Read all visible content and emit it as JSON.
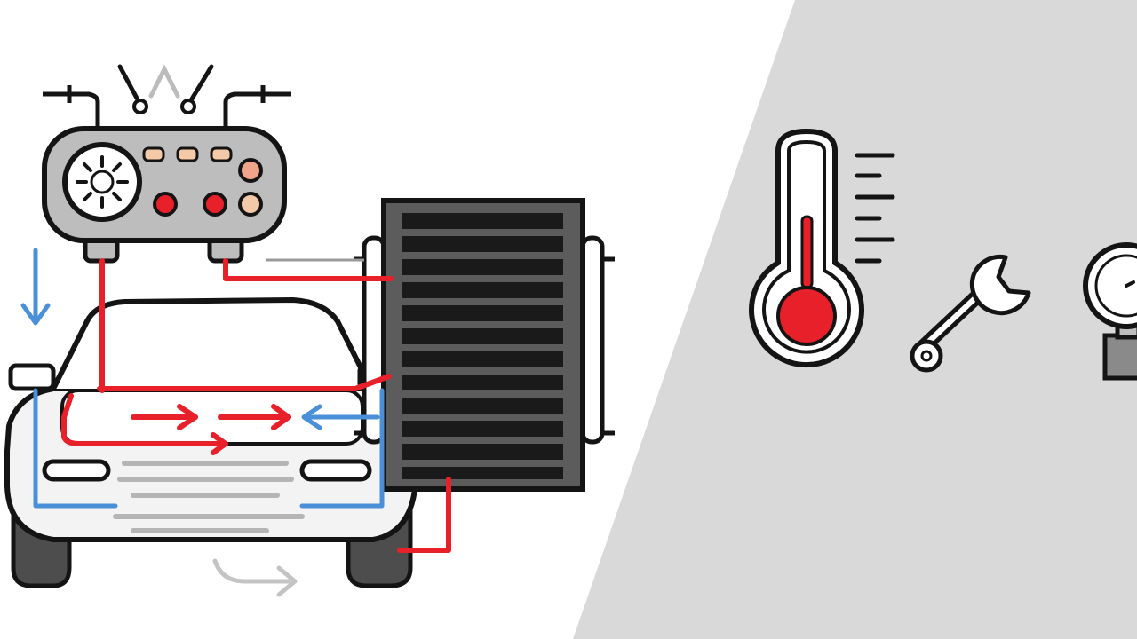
{
  "colors": {
    "background": "#ffffff",
    "panel": "#d9d9d9",
    "outline": "#141414",
    "hot_line": "#e8202a",
    "cold_line": "#4a90d9",
    "unit_body": "#bdbdbd",
    "radiator_fins": "#1a1a1a",
    "faded_line": "#c4c4c4"
  },
  "diagram": {
    "subject": "car-engine-cooling-system",
    "components": [
      {
        "name": "cooling-unit",
        "icon": "control-unit-icon"
      },
      {
        "name": "radiator",
        "icon": "radiator-icon"
      },
      {
        "name": "car",
        "icon": "car-front-icon"
      }
    ],
    "flows": [
      {
        "name": "hot-coolant",
        "color": "hot_line"
      },
      {
        "name": "cold-coolant",
        "color": "cold_line"
      }
    ]
  },
  "tools": [
    {
      "name": "thermometer",
      "icon": "thermometer-icon"
    },
    {
      "name": "wrench",
      "icon": "wrench-icon"
    },
    {
      "name": "pressure-gauge",
      "icon": "pressure-gauge-icon"
    }
  ]
}
